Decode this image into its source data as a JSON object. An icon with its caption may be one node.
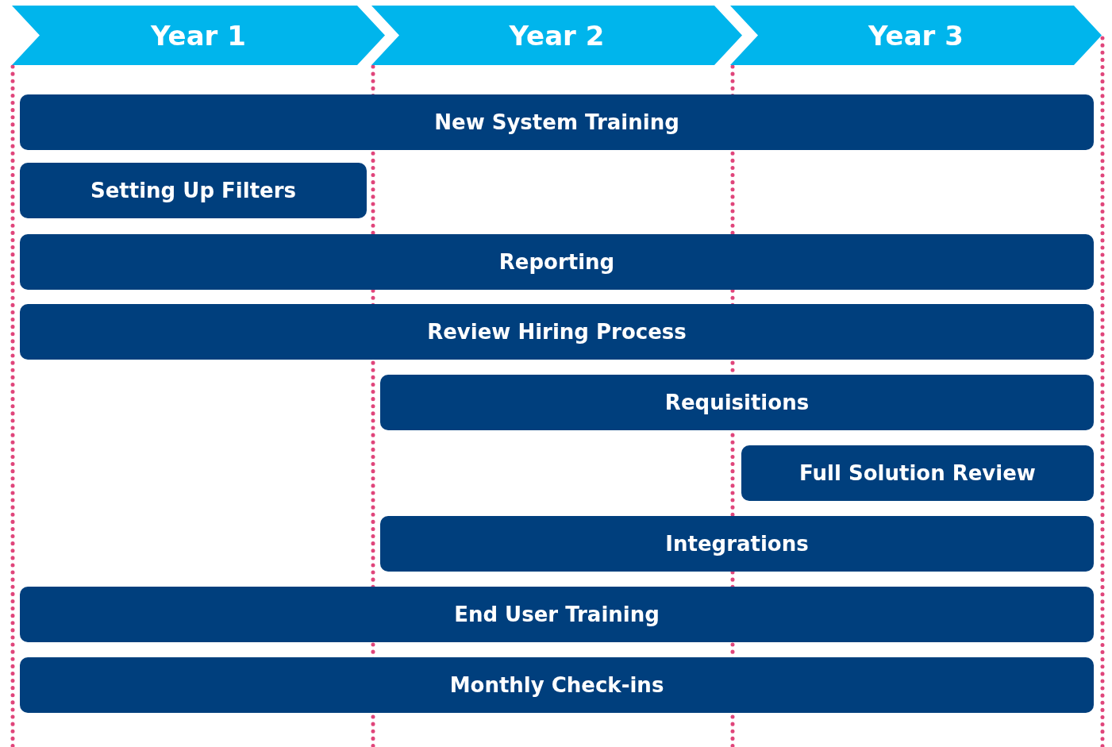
{
  "diagram": {
    "nodes": [
      {
        "text": [
          "Year 1"
        ]
      },
      {
        "text": [
          "Year 2"
        ]
      },
      {
        "text": [
          "Year 3"
        ]
      },
      {
        "text": [
          "New System Training"
        ]
      },
      {
        "text": [
          "Setting Up Filters"
        ]
      },
      {
        "text": [
          "Reporting"
        ]
      },
      {
        "text": [
          "Review Hiring Process"
        ]
      },
      {
        "text": [
          "Requisitions"
        ]
      },
      {
        "text": [
          "Full Solution Review"
        ]
      },
      {
        "text": [
          "Integrations"
        ]
      },
      {
        "text": [
          "End User Training"
        ]
      },
      {
        "text": [
          "Monthly Check-ins"
        ]
      }
    ]
  }
}
